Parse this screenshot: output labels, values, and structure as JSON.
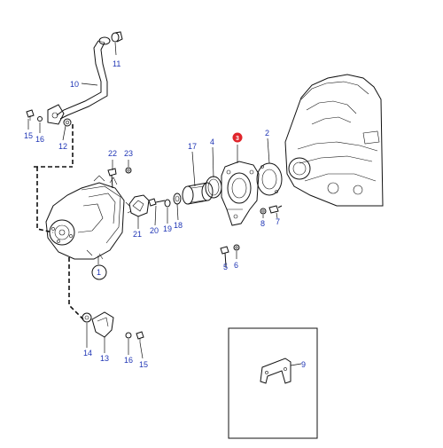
{
  "diagram": {
    "highlight_color": "#e0252b",
    "label_color": "#1f35b5",
    "line_color": "#111111",
    "labels": {
      "l1": "1",
      "l2": "2",
      "l3": "3",
      "l4": "4",
      "l5": "5",
      "l6": "6",
      "l7": "7",
      "l8": "8",
      "l9": "9",
      "l10": "10",
      "l11": "11",
      "l12": "12",
      "l13": "13",
      "l14": "14",
      "l15a": "15",
      "l15b": "15",
      "l16a": "16",
      "l16b": "16",
      "l17": "17",
      "l18": "18",
      "l19": "19",
      "l20": "20",
      "l21": "21",
      "l22": "22",
      "l23": "23"
    }
  }
}
